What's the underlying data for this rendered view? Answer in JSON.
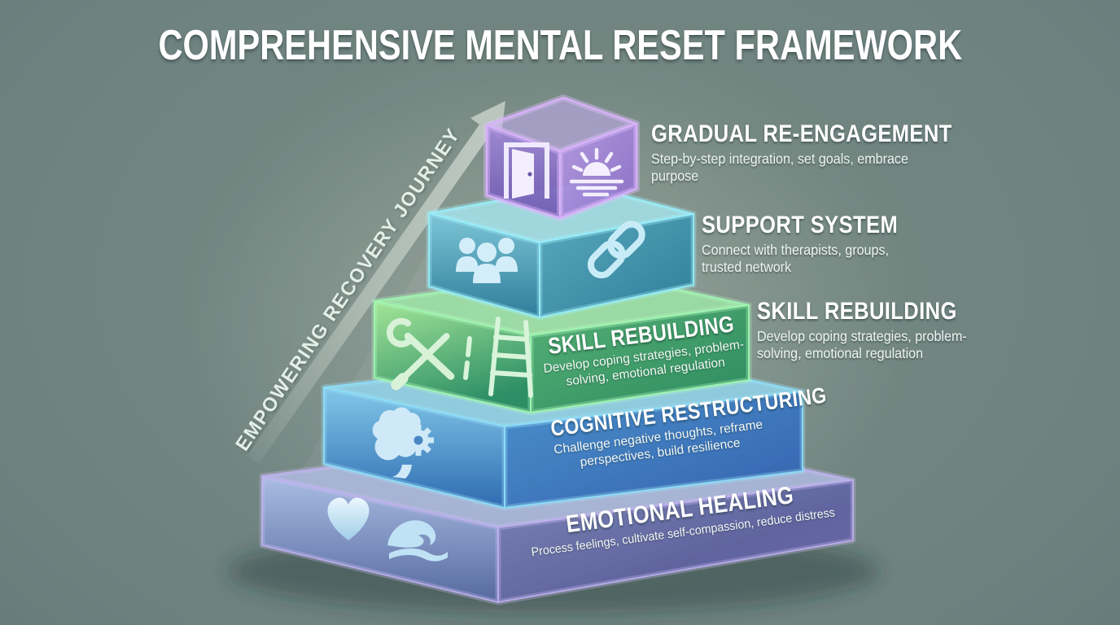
{
  "title": "COMPREHENSIVE MENTAL RESET FRAMEWORK",
  "journey_label": "EMPOWERING RECOVERY JOURNEY",
  "background_color": "#6f8480",
  "levels": [
    {
      "id": "gradual-re-engagement",
      "rank": 1,
      "title": "GRADUAL RE-ENGAGEMENT",
      "subtitle": "Step-by-step integration, set goals, embrace purpose",
      "icons": [
        "door-icon",
        "sunrise-icon"
      ],
      "accent_color": "#b18ae8",
      "glow_color": "#d2a9f8"
    },
    {
      "id": "support-system",
      "rank": 2,
      "title": "SUPPORT SYSTEM",
      "subtitle": "Connect with therapists, groups, trusted network",
      "icons": [
        "people-icon",
        "chain-link-icon"
      ],
      "accent_color": "#49a3c0",
      "glow_color": "#8deefb"
    },
    {
      "id": "skill-rebuilding",
      "rank": 3,
      "title": "SKILL REBUILDING",
      "subtitle": "Develop coping strategies, problem-solving, emotional regulation",
      "face_title": "SKILL REBUILDING",
      "face_subtitle": "Develop coping strategies, problem-solving, emotional regulation",
      "icons": [
        "tools-icon",
        "ladder-icon"
      ],
      "accent_color": "#3f9e6d",
      "glow_color": "#97f6aa"
    },
    {
      "id": "cognitive-restructuring",
      "rank": 4,
      "face_title": "COGNITIVE RESTRUCTURING",
      "face_subtitle": "Challenge negative thoughts, reframe perspectives, build resilience",
      "icons": [
        "brain-gear-icon"
      ],
      "accent_color": "#3a7cc0",
      "glow_color": "#86dcf8"
    },
    {
      "id": "emotional-healing",
      "rank": 5,
      "face_title": "EMOTIONAL HEALING",
      "face_subtitle": "Process feelings, cultivate self-compassion, reduce distress",
      "icons": [
        "heart-icon",
        "wave-icon"
      ],
      "accent_color": "#6872ab",
      "glow_color": "#b9aced"
    }
  ]
}
